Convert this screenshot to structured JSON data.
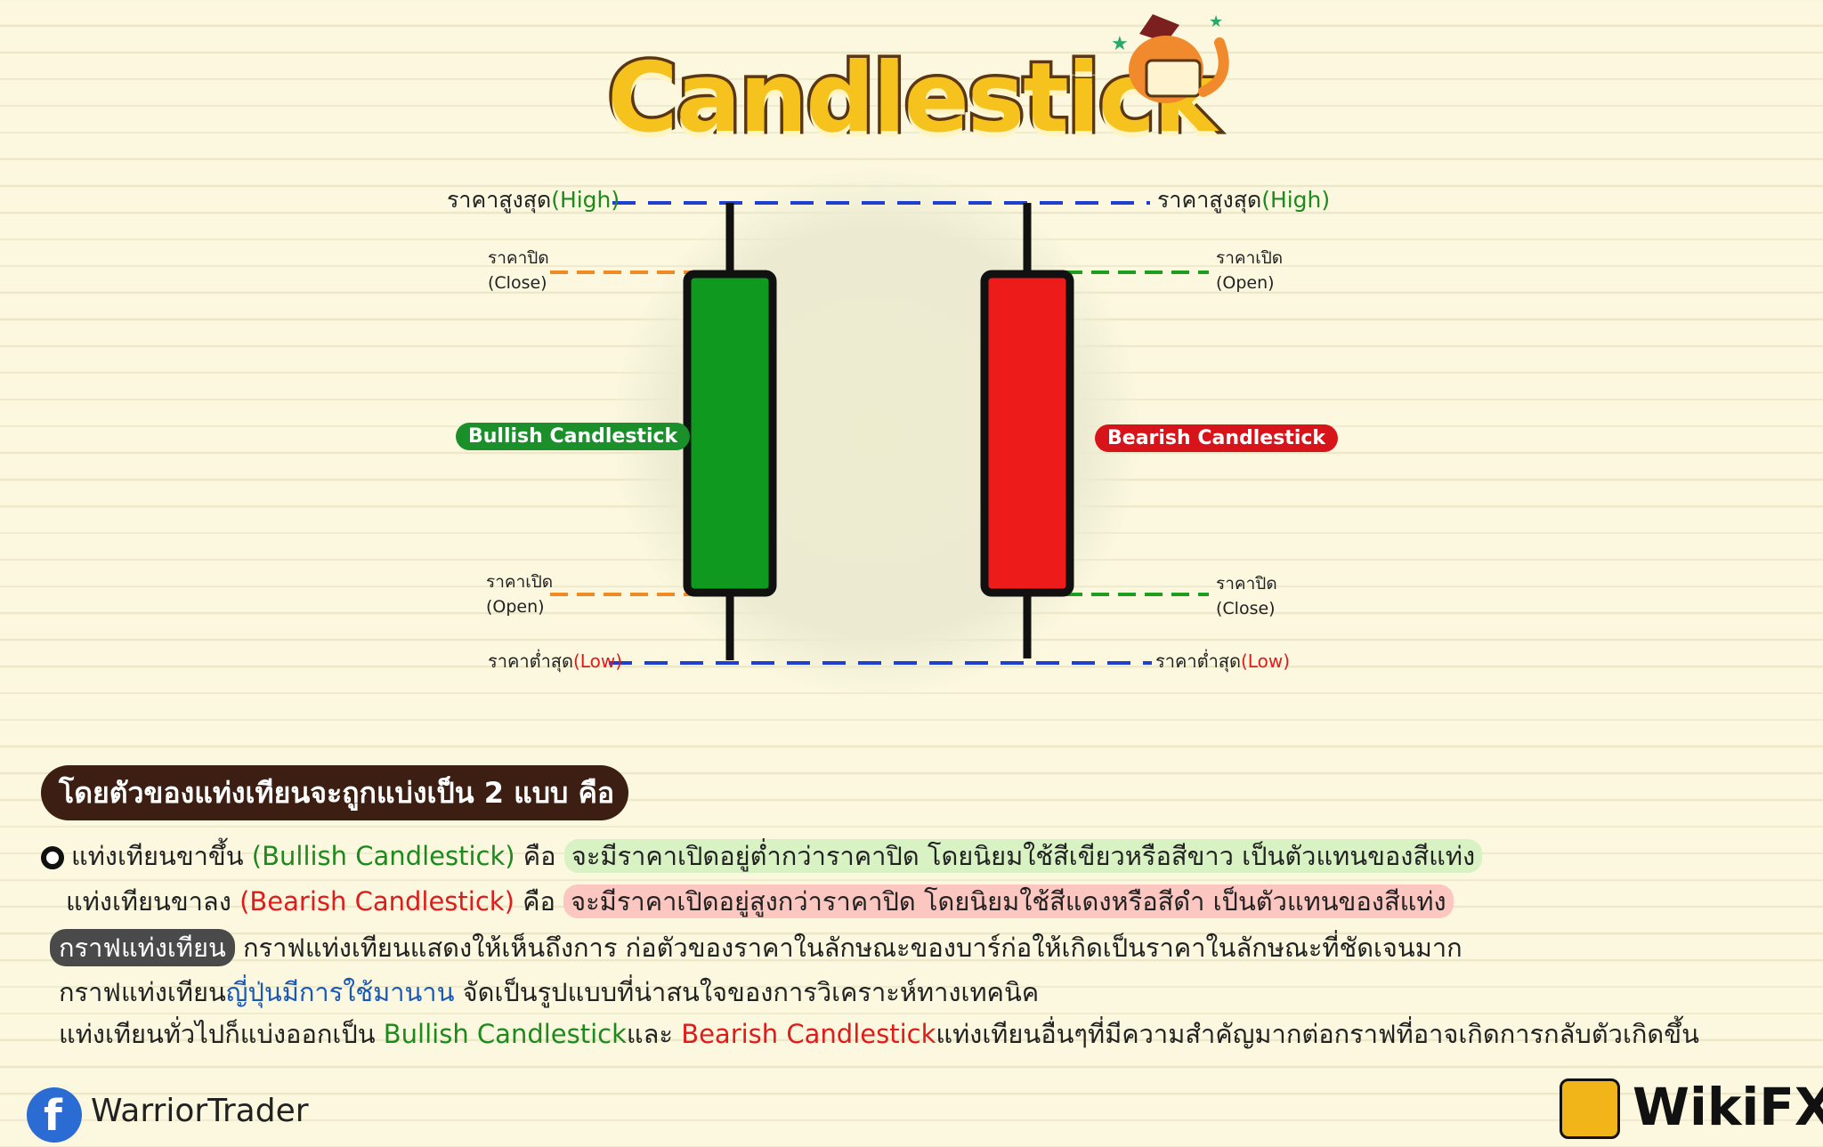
{
  "title": "Candlestick",
  "labels": {
    "left_high_prefix": "ราคาสูงสุด",
    "left_high_suffix": "(High)",
    "right_high_prefix": "ราคาสูงสุด",
    "right_high_suffix": "(High)",
    "left_close_th": "ราคาปิด",
    "left_close_en": "(Close)",
    "left_open_th": "ราคาเปิด",
    "left_open_en": "(Open)",
    "right_open_th": "ราคาเปิด",
    "right_open_en": "(Open)",
    "right_close_th": "ราคาปิด",
    "right_close_en": "(Close)",
    "left_low_prefix": "ราคาต่ำสุด",
    "left_low_suffix": "(Low)",
    "right_low_prefix": "ราคาต่ำสุด",
    "right_low_suffix": "(Low)"
  },
  "bullish_tag": "Bullish Candlestick",
  "bearish_tag": "Bearish Candlestick",
  "colors": {
    "bullish": "#0f9a1f",
    "bearish": "#ee1b1b",
    "high_low_line": "#1f3fd0",
    "bullish_guide": "#f08a24",
    "bearish_guide": "#1e9e1e",
    "title_fill": "#f6c21e",
    "heading_bg": "#3c1e12"
  },
  "section_heading": "โดยตัวของแท่งเทียนจะถูกแบ่งเป็น 2 แบบ คือ",
  "lines": {
    "l1_a": "แท่งเทียนขาขึ้น ",
    "l1_b": "(Bullish Candlestick)",
    "l1_c": " คือ ",
    "l1_d": "จะมีราคาเปิดอยู่ต่ำกว่าราคาปิด โดยนิยมใช้สีเขียวหรือสีขาว เป็นตัวแทนของสีแท่ง",
    "l2_a": "แท่งเทียนขาลง ",
    "l2_b": "(Bearish Candlestick)",
    "l2_c": " คือ ",
    "l2_d": "จะมีราคาเปิดอยู่สูงกว่าราคาปิด โดยนิยมใช้สีแดงหรือสีดำ เป็นตัวแทนของสีแท่ง",
    "l3_a": "กราฟแท่งเทียน",
    "l3_b": " กราฟแท่งเทียนแสดงให้เห็นถึงการ ก่อตัวของราคาในลักษณะของบาร์ก่อให้เกิดเป็นราคาในลักษณะที่ชัดเจนมาก",
    "l4_a": "กราฟแท่งเทียน",
    "l4_b": "ญี่ปุ่นมีการใช้มานาน",
    "l4_c": " จัดเป็นรูปแบบที่น่าสนใจของการวิเคราะห์ทางเทคนิค",
    "l5_a": "แท่งเทียนทั่วไปก็แบ่งออกเป็น ",
    "l5_b": "Bullish Candlestick",
    "l5_c": "และ ",
    "l5_d": "Bearish Candlestick",
    "l5_e": "แท่งเทียนอื่นๆที่มีความสำคัญมากต่อกราฟที่อาจเกิดการกลับตัวเกิดขึ้น"
  },
  "footer": {
    "facebook_icon": "f",
    "handle": "WarriorTrader",
    "logo": "WikiFX"
  }
}
